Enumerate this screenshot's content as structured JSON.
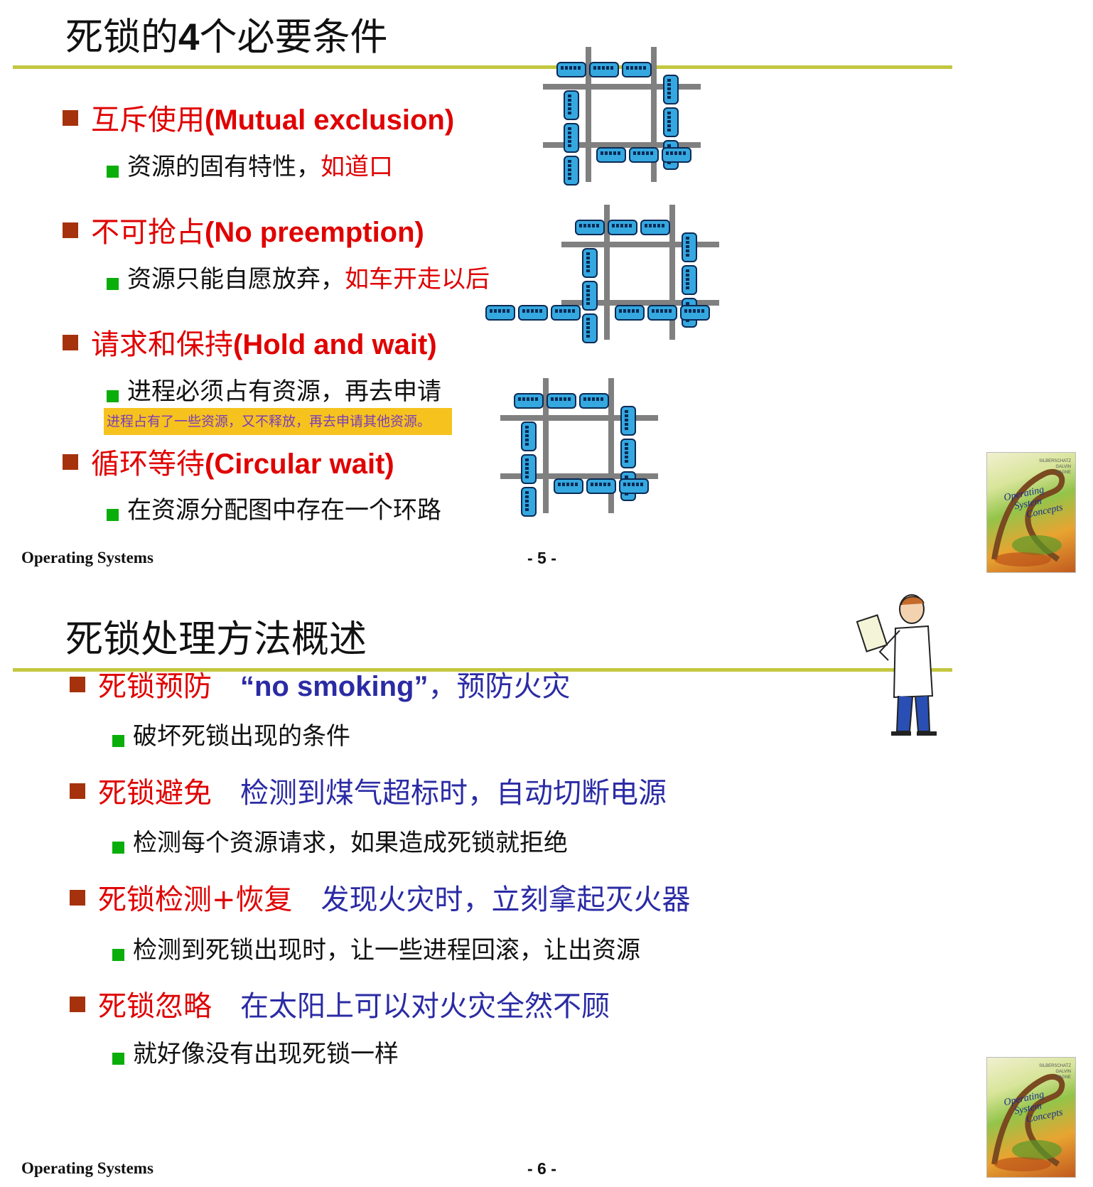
{
  "slide1": {
    "title_cn_a": "死锁的",
    "title_num": "4",
    "title_cn_b": "个必要条件",
    "conditions": [
      {
        "cn": "互斥使用",
        "en": "(Mutual exclusion)",
        "sub_black": "资源的固有特性，",
        "sub_red": "如道口"
      },
      {
        "cn": "不可抢占",
        "en": "(No preemption)",
        "sub_black": "资源只能自愿放弃，",
        "sub_red": "如车开走以后"
      },
      {
        "cn": "请求和保持",
        "en": "(Hold and wait)",
        "sub_black": "进程必须占有资源，再去申请",
        "sub_red": ""
      },
      {
        "cn": "循环等待",
        "en": "(Circular wait)",
        "sub_black": "在资源分配图中存在一个环路",
        "sub_red": ""
      }
    ],
    "note": "进程占有了一些资源，又不释放，再去申请其他资源。",
    "footer": "Operating Systems",
    "page": "- 5 -"
  },
  "slide2": {
    "title": "死锁处理方法概述",
    "methods": [
      {
        "label": "死锁预防",
        "analogy_en": "“no smoking”",
        "analogy_cn": "，预防火灾",
        "sub": "破坏死锁出现的条件"
      },
      {
        "label": "死锁避免",
        "analogy_en": "",
        "analogy_cn": "检测到煤气超标时，自动切断电源",
        "sub": "检测每个资源请求，如果造成死锁就拒绝"
      },
      {
        "label": "死锁检测+恢复",
        "analogy_en": "",
        "analogy_cn": "发现火灾时，立刻拿起灭火器",
        "sub": "检测到死锁出现时，让一些进程回滚，让出资源"
      },
      {
        "label": "死锁忽略",
        "analogy_en": "",
        "analogy_cn": "在太阳上可以对火灾全然不顾",
        "sub": "就好像没有出现死锁一样"
      }
    ],
    "footer": "Operating Systems",
    "page": "- 6 -"
  },
  "cover": {
    "line1": "Operating",
    "line2": "System",
    "line3": "Concepts",
    "authors": [
      "SILBERSCHATZ",
      "GALVIN",
      "GAGNE"
    ]
  },
  "colors": {
    "rule": "#c3c73f",
    "bullet_red": "#e00000",
    "bullet_square": "#a5320c",
    "sub_square": "#0aae0a",
    "analogy_blue": "#2b2ba5",
    "note_bg": "#f6c21e",
    "note_text": "#7a3db8",
    "train": "#35a8e0",
    "road": "#808080"
  }
}
